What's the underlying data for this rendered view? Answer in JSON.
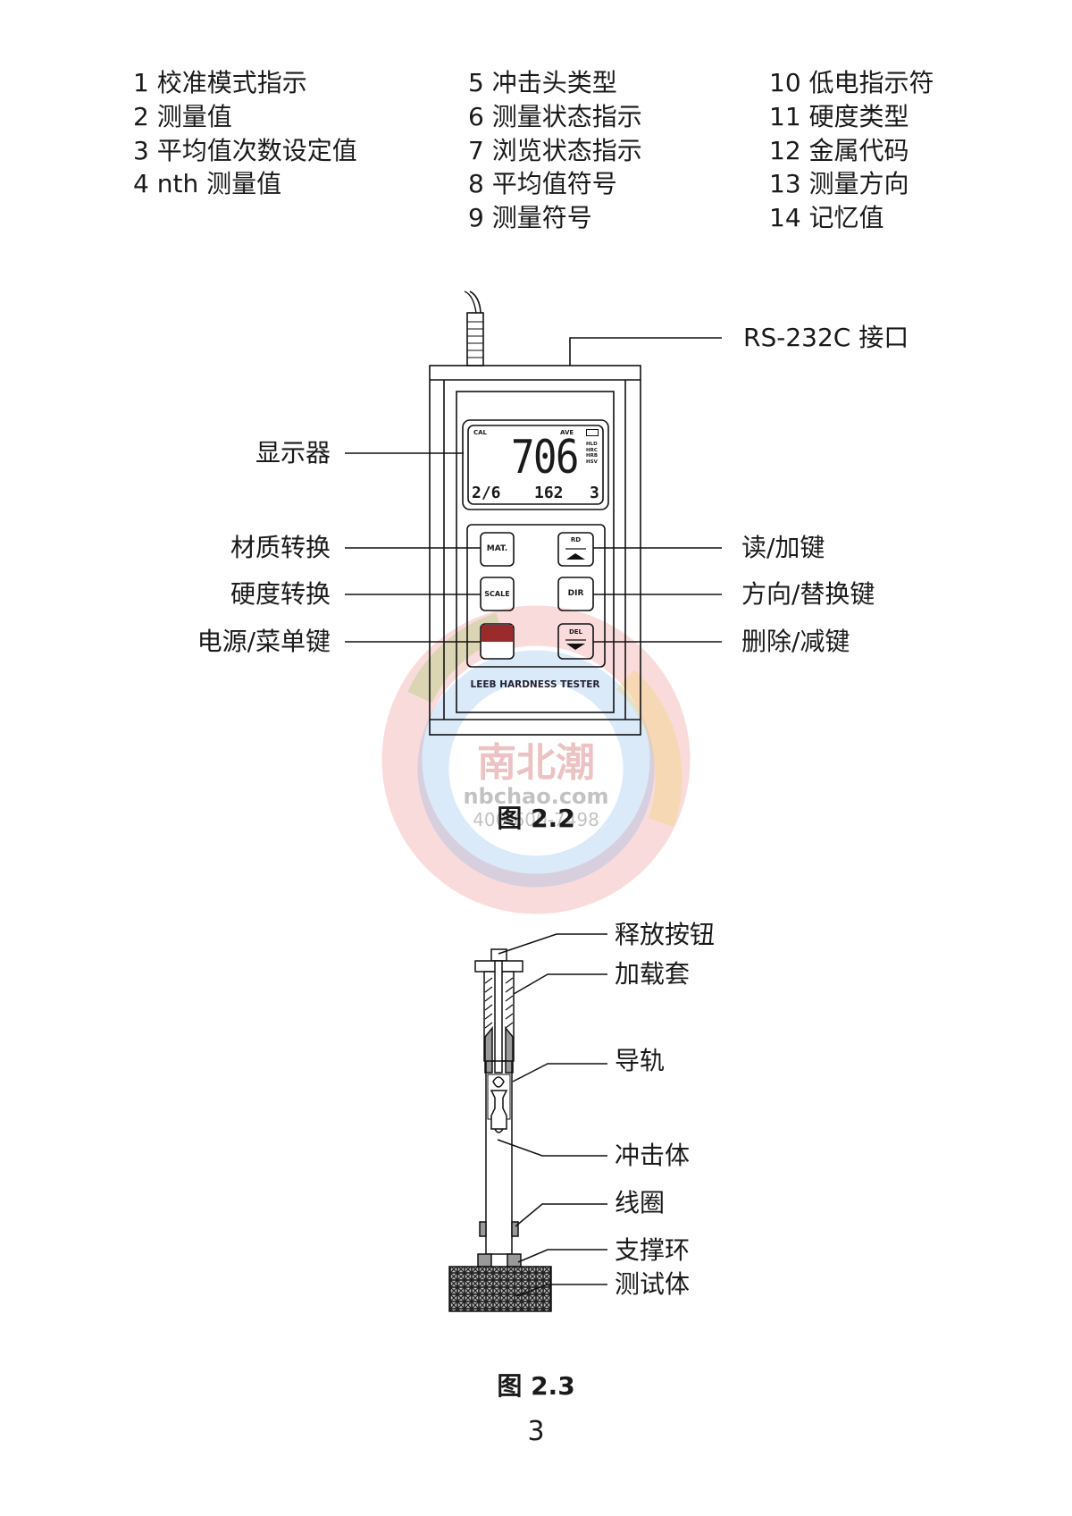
{
  "legend": {
    "col1": [
      "1 校准模式指示",
      "2 测量值",
      "3 平均值次数设定值",
      "4 nth 测量值"
    ],
    "col2": [
      "5 冲击头类型",
      "6 测量状态指示",
      "7 浏览状态指示",
      "8 平均值符号",
      "9 测量符号"
    ],
    "col3": [
      "10 低电指示符",
      "11 硬度类型",
      "12 金属代码",
      "13 测量方向",
      "14 记忆值"
    ]
  },
  "fig22": {
    "rs232": "RS-232C 接口",
    "display_label": "显示器",
    "left_labels": [
      "材质转换",
      "硬度转换",
      "电源/菜单键"
    ],
    "right_labels": [
      "读/加键",
      "方向/替换键",
      "删除/减键"
    ],
    "lcd": {
      "cal": "CAL",
      "ave": "AVE",
      "main": "706",
      "scales": [
        "HLD",
        "HRC",
        "HRB",
        "HSV"
      ],
      "count": "2/6",
      "memory": "162",
      "code": "3"
    },
    "buttons": {
      "mat": "MAT.",
      "scale": "SCALE",
      "rd": "RD",
      "dir": "DIR",
      "del": "DEL"
    },
    "brand": "LEEB HARDNESS TESTER",
    "caption": "图 2.2"
  },
  "watermark": {
    "cn": "南北潮",
    "site": "nbchao.com",
    "phone": "400-600-7498"
  },
  "fig23": {
    "labels": [
      "释放按钮",
      "加载套",
      "导轨",
      "冲击体",
      "线圈",
      "支撑环",
      "测试体"
    ],
    "caption": "图 2.3"
  },
  "page_number": "3"
}
